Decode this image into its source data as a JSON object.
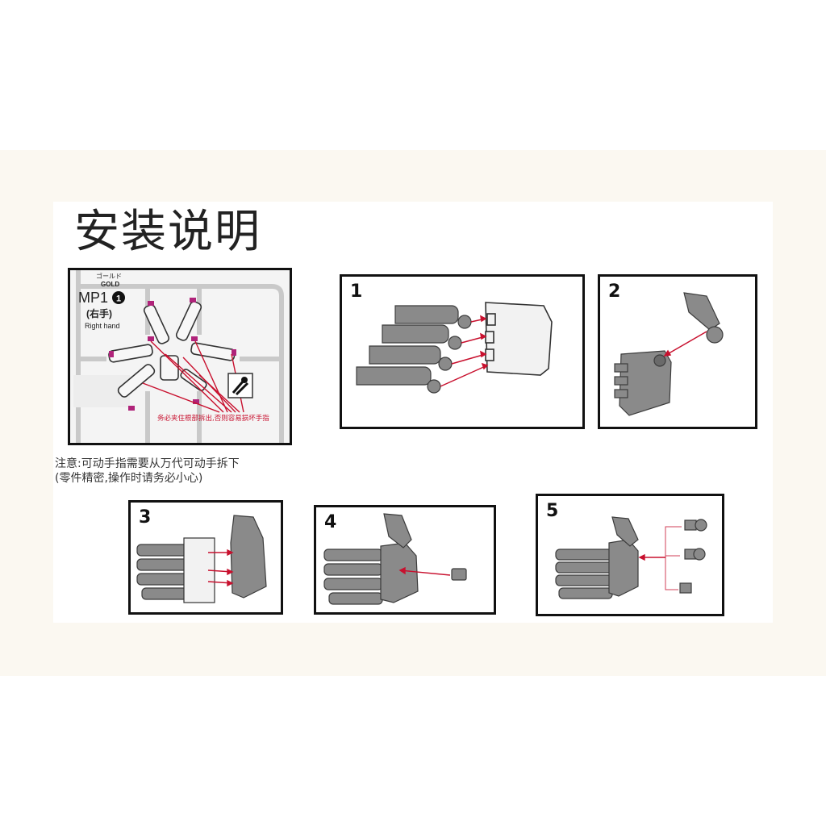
{
  "header": {
    "title": "安装说明"
  },
  "sprue_panel": {
    "brand_kana": "ゴールド",
    "brand": "GOLD",
    "part_code": "MP1",
    "part_number": "1",
    "hand_cn": "(右手)",
    "hand_en": "Right hand",
    "warning": "务必夹住根部拆出,否则容易损坏手指",
    "tool_icon": "nipper-icon"
  },
  "note": {
    "line1": "注意:可动手指需要从万代可动手拆下",
    "line2": "(零件精密,操作时请务必小心)"
  },
  "steps": [
    {
      "number": "1"
    },
    {
      "number": "2"
    },
    {
      "number": "3"
    },
    {
      "number": "4"
    },
    {
      "number": "5"
    }
  ],
  "colors": {
    "part_gray": "#8a8a8a",
    "part_dark": "#5a5a5a",
    "arrow_red": "#c8102e",
    "gate_magenta": "#b0237a",
    "frame": "#111111",
    "background_band": "#fbf8f1"
  }
}
